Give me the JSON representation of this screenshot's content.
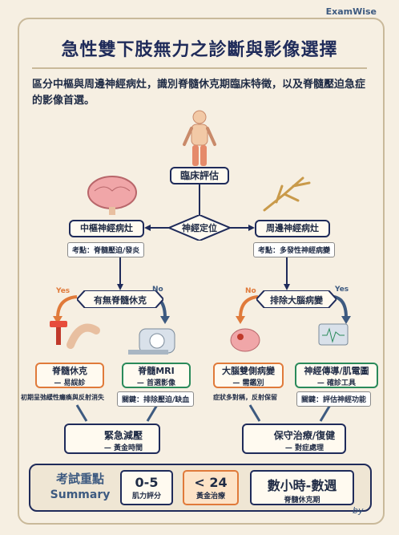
{
  "brand": "ExamWise",
  "title": "急性雙下肢無力之診斷與影像選擇",
  "intro": "區分中樞與周邊神經病灶，識別脊髓休克期臨床特徵，以及脊髓壓迫急症的影像首選。",
  "nodes": {
    "clinical": "臨床評估",
    "localize": "神經定位",
    "central": "中樞神經病灶",
    "peripheral": "周邊神經病灶",
    "central_note": "考點：脊髓壓迫/發炎",
    "peripheral_note": "考點：多發性神經病變",
    "spinal_shock_q": "有無脊髓休克",
    "exclude_brain": "排除大腦病變",
    "yes": "Yes",
    "no": "No"
  },
  "cards": {
    "shock": {
      "title": "脊髓休克",
      "sub": "— 易誤診",
      "note": "初期呈弛緩性癱瘓與反射消失"
    },
    "mri": {
      "title": "脊髓MRI",
      "sub": "— 首選影像",
      "note": "關鍵：排除壓迫/缺血"
    },
    "brain": {
      "title": "大腦雙側病變",
      "sub": "— 需鑑別",
      "note": "症狀多對稱，反射保留"
    },
    "emg": {
      "title": "神經傳導/肌電圖",
      "sub": "— 確診工具",
      "note": "關鍵：評估神經功能"
    }
  },
  "outcomes": {
    "urgent": {
      "title": "緊急減壓",
      "sub": "— 黃金時間"
    },
    "conservative": {
      "title": "保守治療/復健",
      "sub": "— 對症處理"
    }
  },
  "summary": {
    "head1": "考試重點",
    "head2": "Summary",
    "items": [
      {
        "value": "0-5",
        "label": "肌力評分"
      },
      {
        "value": "< 24",
        "label": "黃金治療"
      },
      {
        "value": "數小時-數週",
        "label": "脊髓休克期"
      }
    ]
  },
  "signature": "by"
}
